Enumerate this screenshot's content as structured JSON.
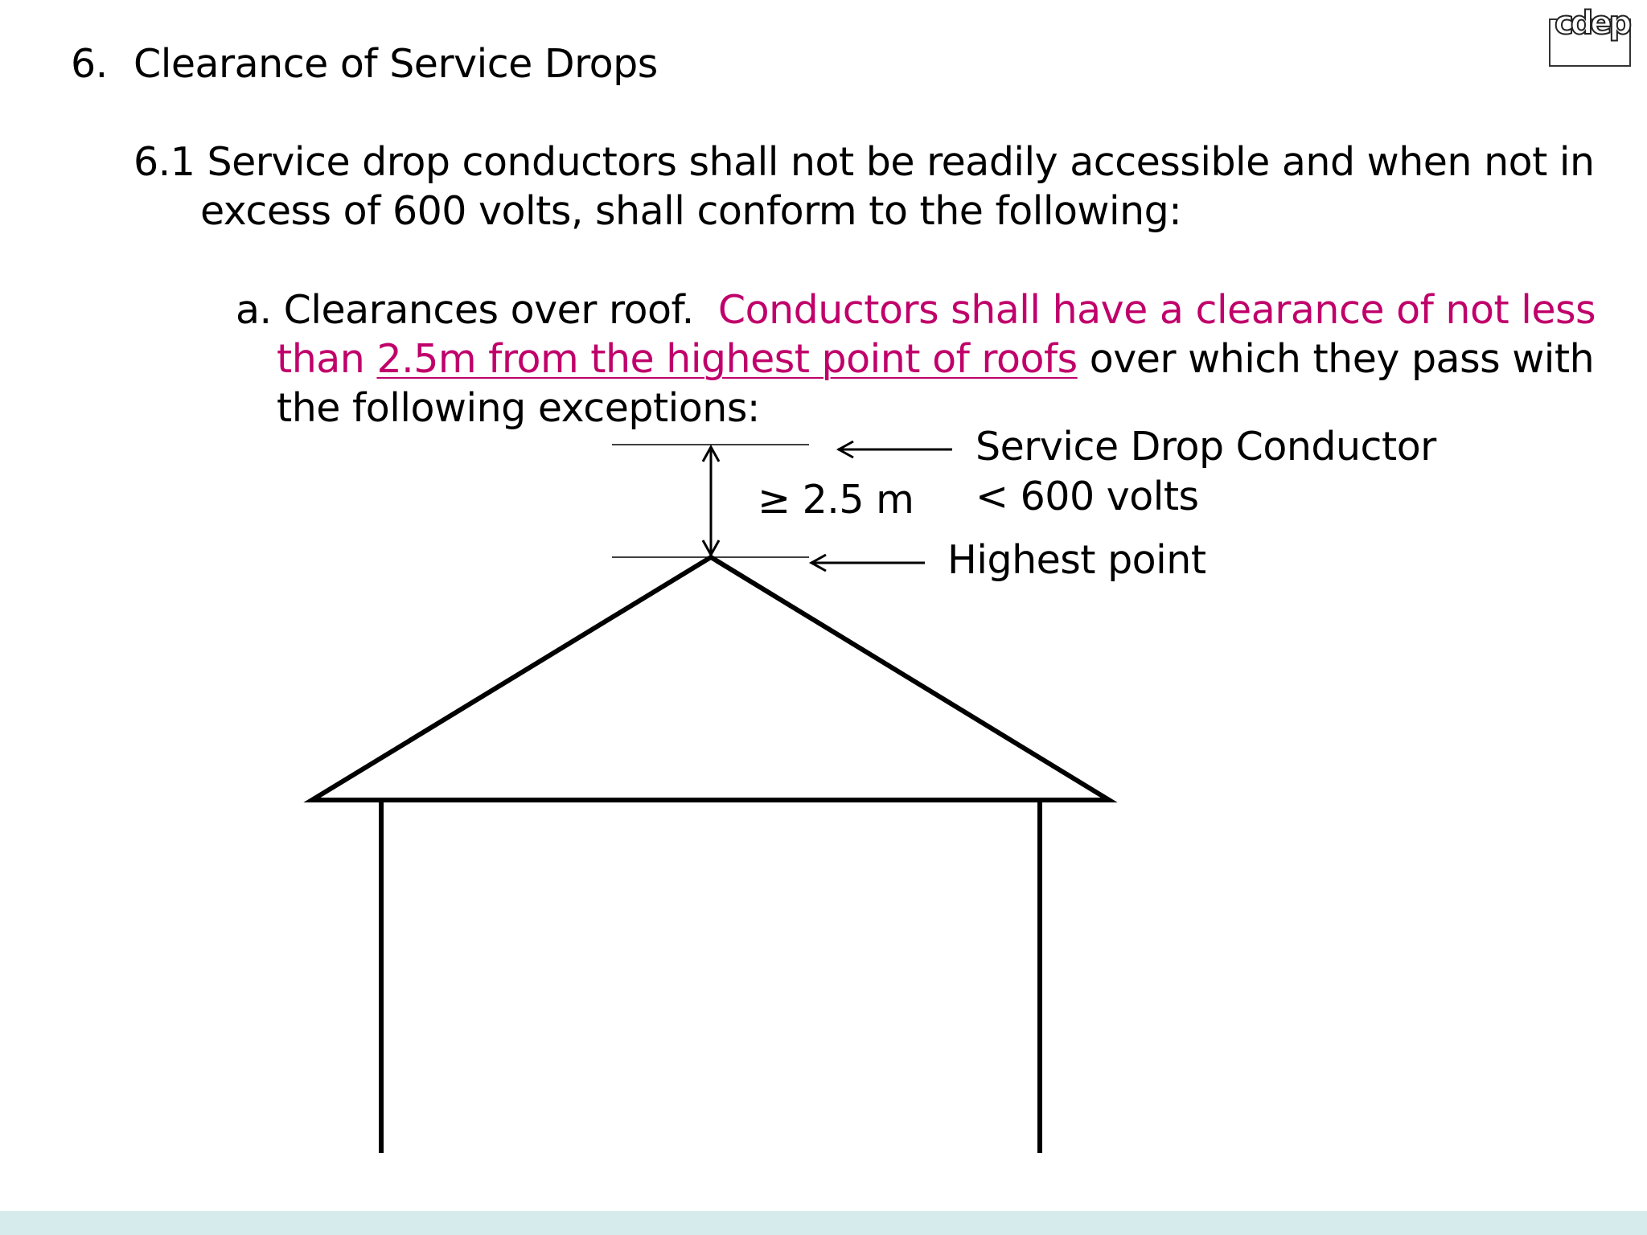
{
  "heading": {
    "number": "6.",
    "title": "Clearance of Service Drops"
  },
  "clause_6_1": {
    "line1": "6.1 Service drop conductors shall not be readily accessible and when not in",
    "line2": "excess of 600 volts, shall conform to the following:"
  },
  "clause_a": {
    "lead": "a. Clearances over roof.",
    "highlight_line1": "Conductors shall have a clearance of not less",
    "highlight_than": "than",
    "highlight_underlined": "2.5m from the highest point of roofs",
    "rest_line2": "over which they pass with",
    "line3": "the following exceptions:"
  },
  "diagram": {
    "conductor_label_line1": "Service Drop Conductor",
    "conductor_label_line2": "< 600 volts",
    "clearance_label": "≥ 2.5 m",
    "highest_point_label": "Highest point"
  },
  "logo": {
    "text": "cdep"
  },
  "colors": {
    "accent": "#c0006a",
    "footer": "#d6ecec",
    "text": "#000000"
  }
}
